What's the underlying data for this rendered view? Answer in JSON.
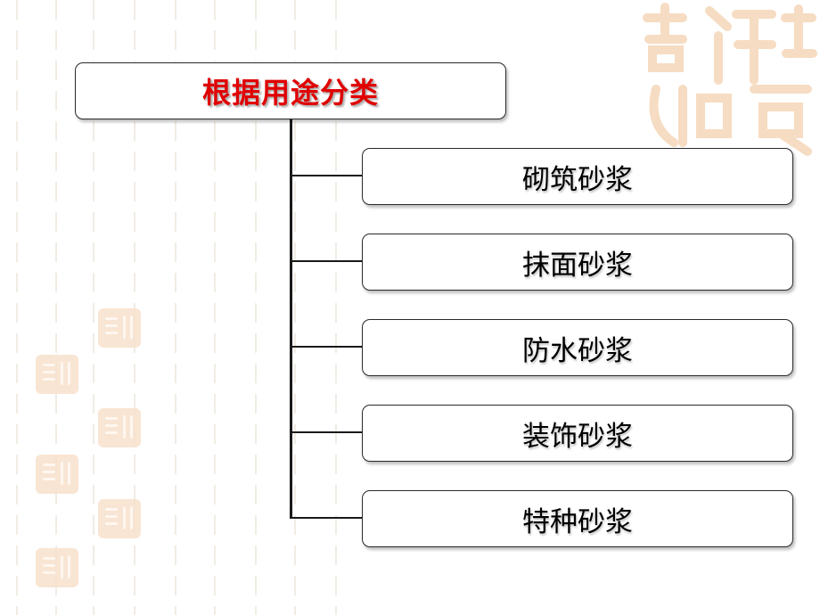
{
  "diagram": {
    "root": {
      "label": "根据用途分类",
      "color": "#e00000"
    },
    "children": [
      {
        "label": "砌筑砂浆"
      },
      {
        "label": "抹面砂浆"
      },
      {
        "label": "防水砂浆"
      },
      {
        "label": "装饰砂浆"
      },
      {
        "label": "特种砂浆"
      }
    ]
  },
  "decoration": {
    "seal_color": "#f7e1cc",
    "seal_text": "吉祥如意"
  }
}
